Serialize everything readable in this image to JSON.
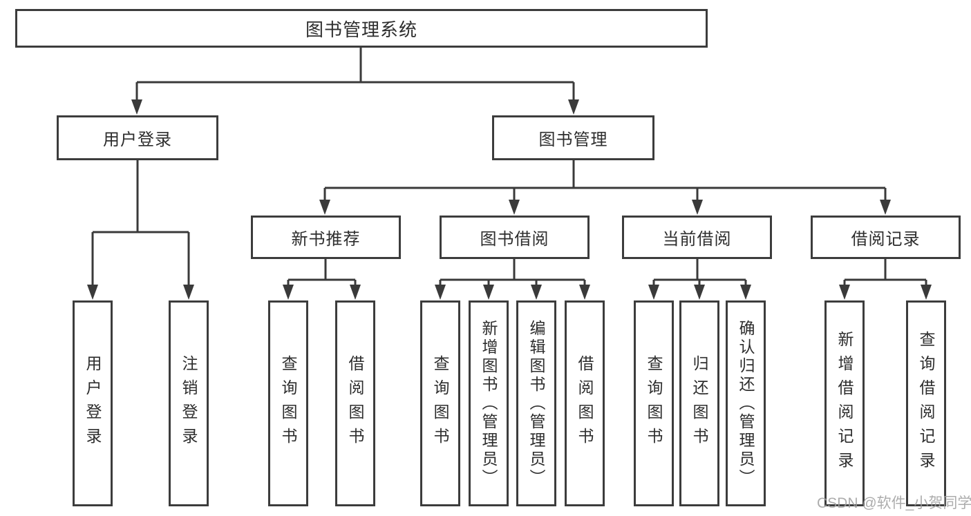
{
  "tree": {
    "root": {
      "label": "图书管理系统"
    },
    "branches": [
      {
        "label": "用户登录",
        "children": [
          {
            "label": "用户登录"
          },
          {
            "label": "注销登录"
          }
        ]
      },
      {
        "label": "图书管理",
        "children": [
          {
            "label": "新书推荐",
            "children": [
              {
                "label": "查询图书"
              },
              {
                "label": "借阅图书"
              }
            ]
          },
          {
            "label": "图书借阅",
            "children": [
              {
                "label": "查询图书"
              },
              {
                "label": "新增图书（管理员）"
              },
              {
                "label": "编辑图书（管理员）"
              },
              {
                "label": "借阅图书"
              }
            ]
          },
          {
            "label": "当前借阅",
            "children": [
              {
                "label": "查询图书"
              },
              {
                "label": "归还图书"
              },
              {
                "label": "确认归还（管理员）"
              }
            ]
          },
          {
            "label": "借阅记录",
            "children": [
              {
                "label": "新增借阅记录"
              },
              {
                "label": "查询借阅记录"
              }
            ]
          }
        ]
      }
    ]
  },
  "watermark": {
    "text": "CSDN @软件_小贺同学"
  },
  "colors": {
    "line": "#3a3a3a",
    "border": "#3c3c3c",
    "text": "#2d2d2d",
    "watermark": "#9e9e9e",
    "background": "#ffffff"
  }
}
